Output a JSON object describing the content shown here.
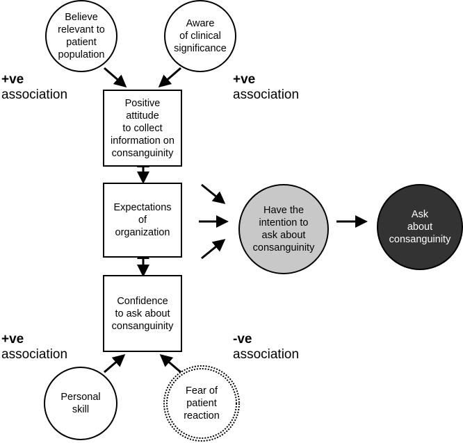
{
  "nodes": {
    "believe": "Believe\nrelevant to\npatient\npopulation",
    "aware": "Aware\nof clinical\nsignificance",
    "positive_attitude": "Positive\nattitude\nto collect\ninformation on\nconsanguinity",
    "expectations": "Expectations\nof\norganization",
    "confidence": "Confidence\nto ask about\nconsanguinity",
    "personal_skill": "Personal\nskill",
    "fear": "Fear of\npatient\nreaction",
    "intention": "Have the\nintention to\nask about\nconsanguinity",
    "ask": "Ask\nabout\nconsanguinity"
  },
  "labels": {
    "top_left": {
      "sign": "+ve",
      "text": "association"
    },
    "top_right": {
      "sign": "+ve",
      "text": "association"
    },
    "bottom_left": {
      "sign": "+ve",
      "text": "association"
    },
    "bottom_right": {
      "sign": "-ve",
      "text": "association"
    }
  },
  "colors": {
    "intention_fill": "#c8c8c8",
    "ask_fill": "#333333",
    "ask_text": "#ffffff"
  }
}
